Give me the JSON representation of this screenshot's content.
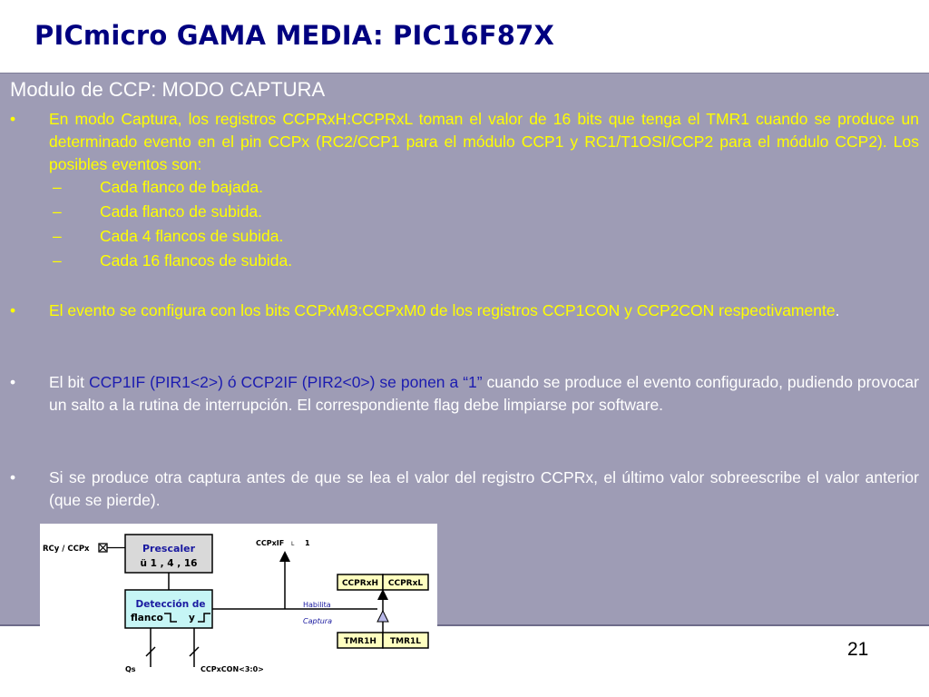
{
  "title": "PICmicro GAMA MEDIA: PIC16F87X",
  "section_heading": "Modulo de CCP: MODO CAPTURA",
  "bullet_char": "•",
  "dash_char": "–",
  "bullets": [
    {
      "text": "En modo Captura, los registros CCPRxH:CCPRxL toman el valor de 16 bits que tenga el TMR1 cuando se produce un determinado evento en el pin CCPx (RC2/CCP1 para el módulo CCP1 y RC1/T1OSI/CCP2 para el módulo CCP2). Los posibles eventos son:",
      "sub_items": [
        "Cada flanco de bajada.",
        "Cada flanco de subida.",
        "Cada 4 flancos de subida.",
        "Cada 16 flancos de subida."
      ]
    },
    {
      "text_main": "El evento se configura con los bits CCPxM3:CCPxM0 de los registros CCP1CON y CCP2CON respectivamente",
      "text_end": "."
    },
    {
      "text_start": "El bit ",
      "text_highlight": "CCP1IF (PIR1<2>) ó CCP2IF (PIR2<0>) se ponen a “1”",
      "text_end": " cuando se produce el evento configurado, pudiendo provocar un salto a la rutina de interrupción. El correspondiente flag debe limpiarse por software."
    },
    {
      "text": "Si se produce otra captura antes de que se lea el valor del registro CCPRx, el último valor sobreescribe el valor anterior (que se pierde)."
    }
  ],
  "diagram": {
    "input_label": "RCy / CCPx",
    "prescaler_title": "Prescaler",
    "prescaler_values": "ü 1 , 4 , 16",
    "edge_detect_line1": "Detección de",
    "edge_detect_line2": "flanco",
    "edge_detect_and": "y",
    "flag_label": "CCPxIF",
    "flag_value": "1",
    "flag_small": "L",
    "reg_high": "CCPRxH",
    "reg_low": "CCPRxL",
    "timer_high": "TMR1H",
    "timer_low": "TMR1L",
    "enable_label": "Habilita",
    "capture_label": "Captura",
    "qs_label": "Qs",
    "ccpcon_label": "CCPxCON<3:0>"
  },
  "page_number": "21",
  "colors": {
    "title": "#000080",
    "box_background": "#9e9cb5",
    "yellow_text": "#ffff00",
    "white_text": "#ffffff",
    "highlight_text": "#1c1cb0",
    "prescaler_fill": "#d9d9d9",
    "edge_detect_fill": "#c6f5f5",
    "register_fill": "#ffffc0",
    "diagram_blue_text": "#1a1aa0"
  }
}
